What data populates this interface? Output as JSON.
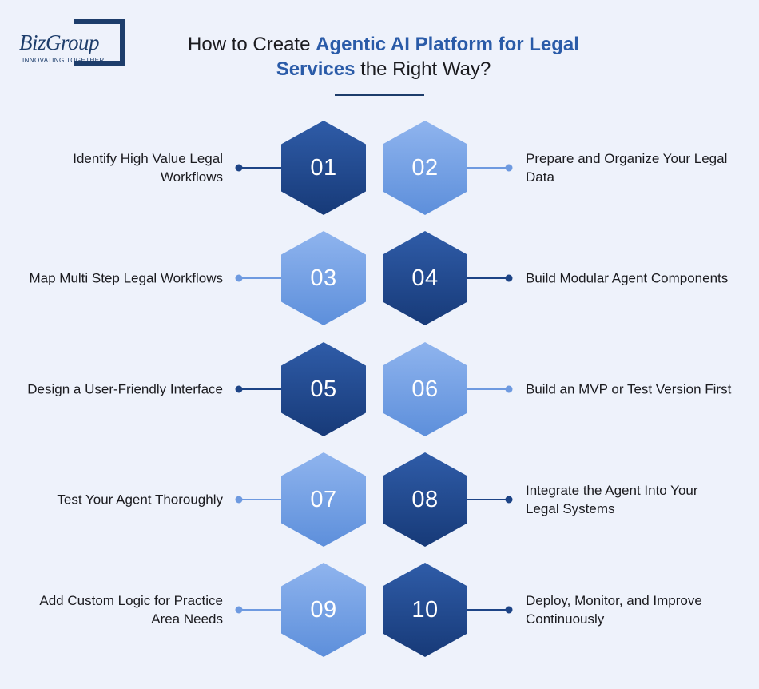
{
  "brand": {
    "name": "BizGroup",
    "tagline": "INNOVATING TOGETHER"
  },
  "title": {
    "prefix": "How to Create ",
    "accent": "Agentic AI Platform for Legal Services",
    "suffix": " the Right Way?"
  },
  "colors": {
    "dark_hex": "#1d4486",
    "light_hex": "#6e9ae0",
    "accent_text": "#2a5ba8",
    "background": "#eef2fb"
  },
  "steps": [
    {
      "number": "01",
      "text": "Identify High Value Legal Workflows",
      "side": "left",
      "shade": "dark"
    },
    {
      "number": "02",
      "text": "Prepare and Organize Your Legal Data",
      "side": "right",
      "shade": "light"
    },
    {
      "number": "03",
      "text": "Map Multi Step Legal Workflows",
      "side": "left",
      "shade": "light"
    },
    {
      "number": "04",
      "text": "Build Modular Agent Components",
      "side": "right",
      "shade": "dark"
    },
    {
      "number": "05",
      "text": "Design a User-Friendly Interface",
      "side": "left",
      "shade": "dark"
    },
    {
      "number": "06",
      "text": "Build an MVP or Test Version First",
      "side": "right",
      "shade": "light"
    },
    {
      "number": "07",
      "text": "Test Your Agent Thoroughly",
      "side": "left",
      "shade": "light"
    },
    {
      "number": "08",
      "text": "Integrate the Agent Into Your Legal Systems",
      "side": "right",
      "shade": "dark"
    },
    {
      "number": "09",
      "text": "Add Custom Logic for Practice Area Needs",
      "side": "left",
      "shade": "light"
    },
    {
      "number": "10",
      "text": "Deploy, Monitor, and Improve Continuously",
      "side": "right",
      "shade": "dark"
    }
  ]
}
